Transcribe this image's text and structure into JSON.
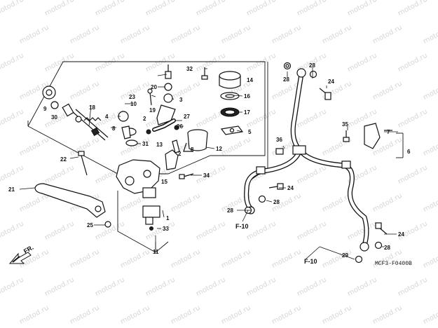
{
  "watermark": "motod.ru",
  "diagram_code": "MCF3-F0400B",
  "direction_label": "FR.",
  "references": [
    "F-10",
    "F-10"
  ],
  "callouts": [
    "1",
    "2",
    "2",
    "3",
    "4",
    "5",
    "6",
    "7",
    "8",
    "8",
    "9",
    "10",
    "11",
    "12",
    "13",
    "14",
    "15",
    "16",
    "17",
    "18",
    "19",
    "20",
    "21",
    "22",
    "23",
    "24",
    "24",
    "24",
    "25",
    "26",
    "27",
    "28",
    "28",
    "28",
    "28",
    "28",
    "29",
    "30",
    "31",
    "32",
    "33",
    "34",
    "35",
    "36"
  ]
}
